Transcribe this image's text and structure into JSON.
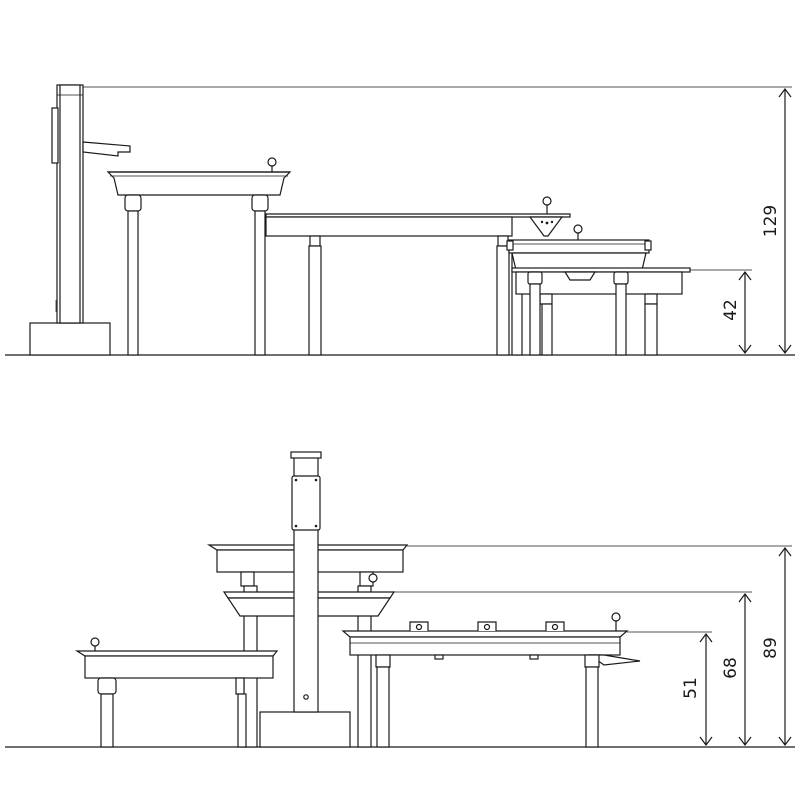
{
  "views": [
    {
      "id": "side-elevation",
      "dimensions": [
        {
          "id": "total-height",
          "label": "129"
        },
        {
          "id": "low-table-height",
          "label": "42"
        }
      ]
    },
    {
      "id": "front-elevation",
      "dimensions": [
        {
          "id": "low-table-height",
          "label": "51"
        },
        {
          "id": "mid-table-height",
          "label": "68"
        },
        {
          "id": "high-table-height",
          "label": "89"
        }
      ]
    }
  ],
  "colors": {
    "line": "#1a1a1a",
    "background": "#ffffff"
  }
}
